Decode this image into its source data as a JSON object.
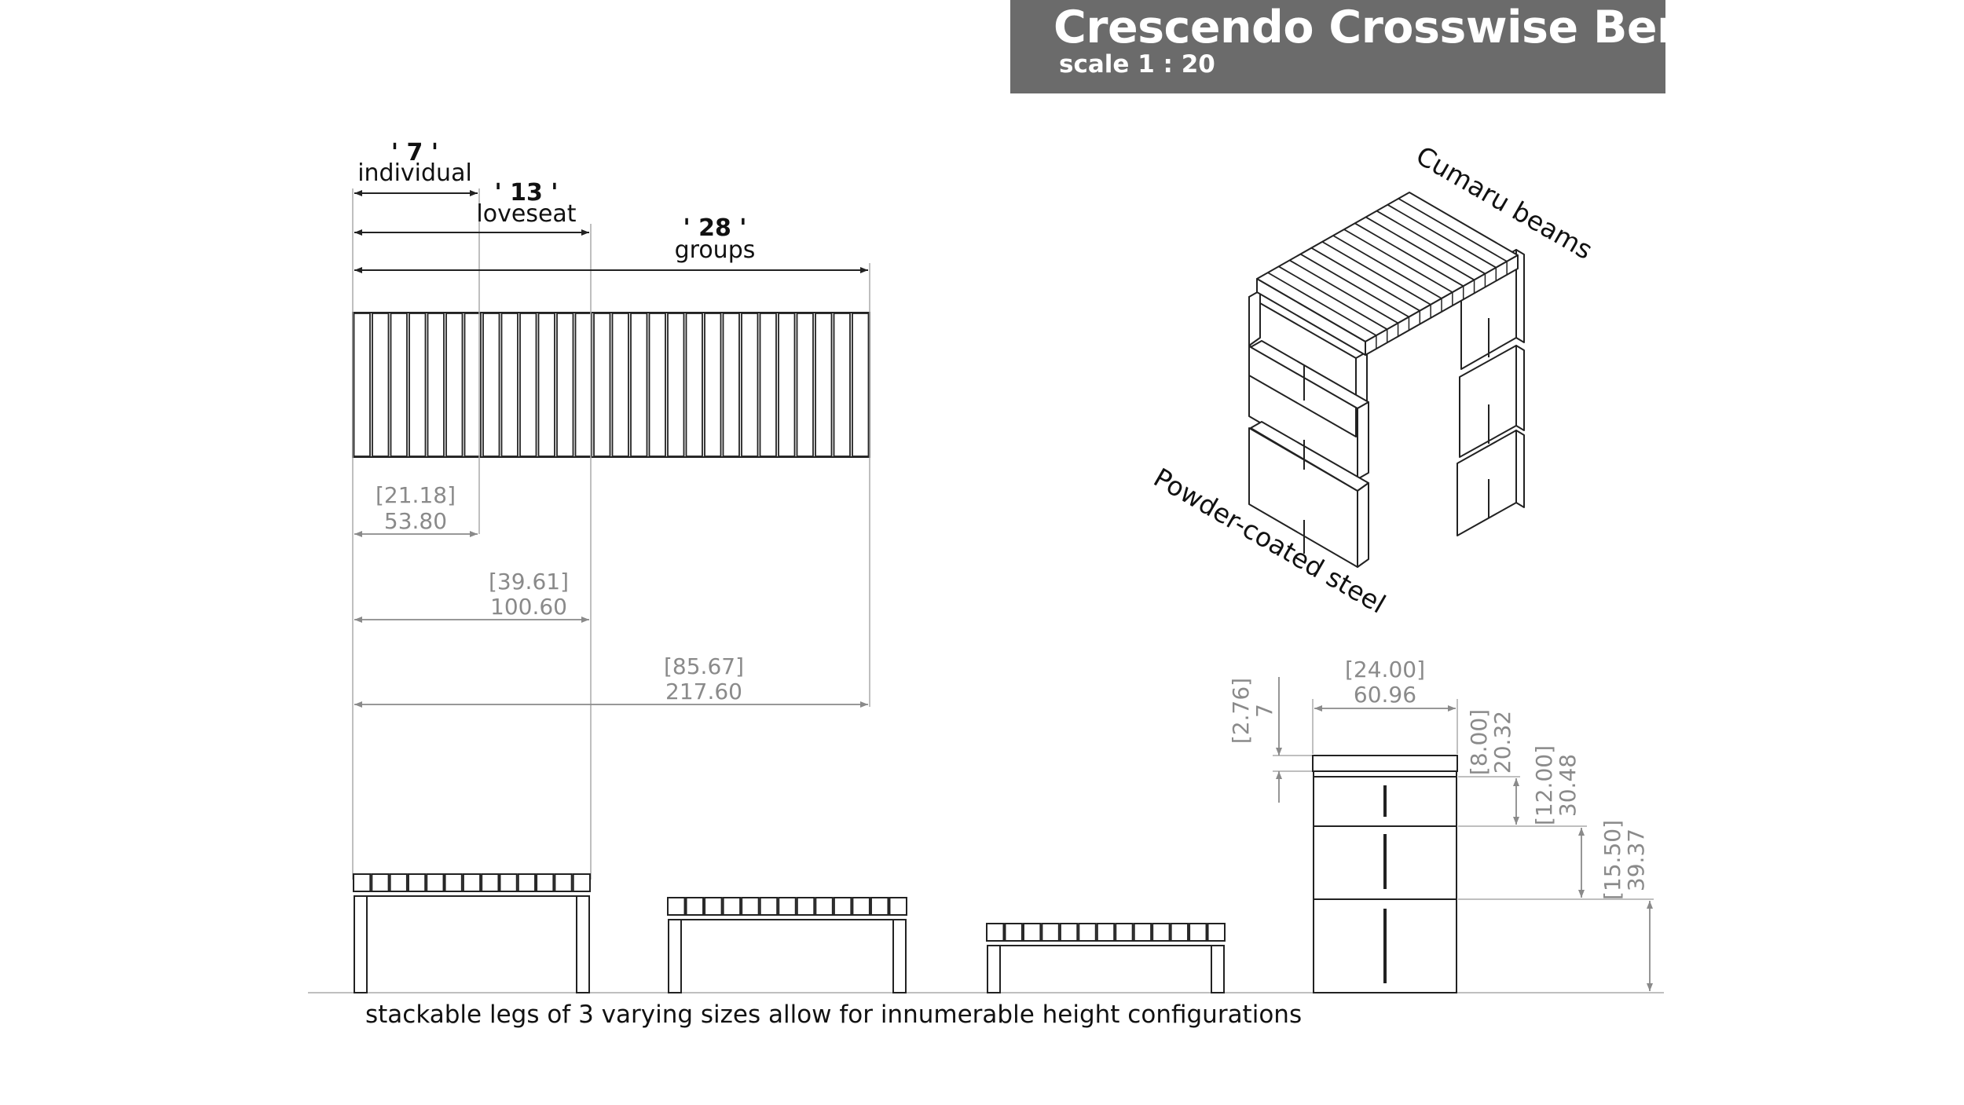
{
  "header": {
    "title": "Crescendo Crosswise Bench",
    "scale": "scale 1 : 20"
  },
  "seat_counts": [
    {
      "count": "' 7 '",
      "name": "individual"
    },
    {
      "count": "' 13 '",
      "name": "loveseat"
    },
    {
      "count": "' 28 '",
      "name": "groups"
    }
  ],
  "plan_dimensions": [
    {
      "inches": "[21.18]",
      "cm": "53.80"
    },
    {
      "inches": "[39.61]",
      "cm": "100.60"
    },
    {
      "inches": "[85.67]",
      "cm": "217.60"
    }
  ],
  "materials": {
    "top": "Cumaru beams",
    "legs": "Powder-coated steel"
  },
  "side_dimensions": {
    "width": {
      "inches": "[24.00]",
      "cm": "60.96"
    },
    "slat": {
      "inches": "[2.76]",
      "cm": "7"
    },
    "small_leg": {
      "inches": "[8.00]",
      "cm": "20.32"
    },
    "medium_leg": {
      "inches": "[12.00]",
      "cm": "30.48"
    },
    "large_leg": {
      "inches": "[15.50]",
      "cm": "39.37"
    }
  },
  "caption": "stackable legs of 3 varying sizes allow for innumerable height configurations",
  "colors": {
    "ink": "#222222",
    "dim": "#8a8a8a",
    "title_bg": "#6b6b6b"
  }
}
